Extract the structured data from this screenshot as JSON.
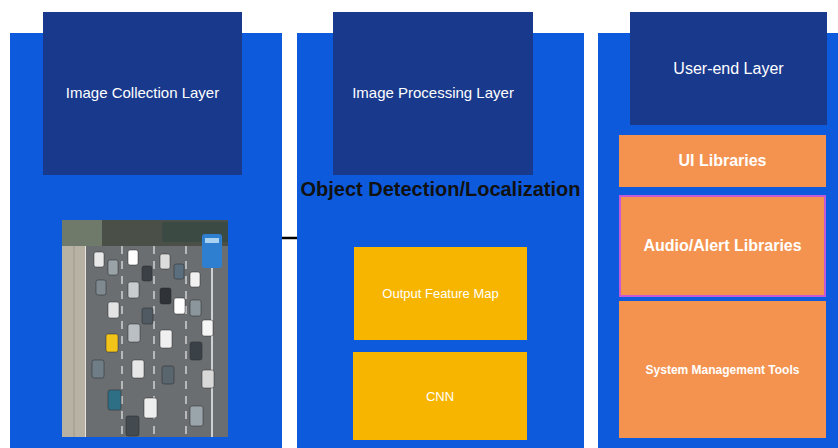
{
  "diagram": {
    "nodes": [
      {
        "text": [
          "Image Collection Layer"
        ]
      },
      {
        "text": [
          "Image Processing Layer",
          "Object Detection/Localization"
        ]
      },
      {
        "text": [
          "Output Feature Map"
        ],
        "in": 1
      },
      {
        "text": [
          "CNN"
        ],
        "in": 1
      },
      {
        "text": [
          "User-end Layer"
        ]
      },
      {
        "text": [
          "UI Libraries"
        ],
        "in": 4
      },
      {
        "text": [
          "Audio/Alert Libraries"
        ],
        "in": 4
      },
      {
        "text": [
          "System Management Tools"
        ],
        "in": 4
      }
    ],
    "edges": [
      {
        "from": 0,
        "to": 1,
        "arrow": "none"
      }
    ]
  }
}
